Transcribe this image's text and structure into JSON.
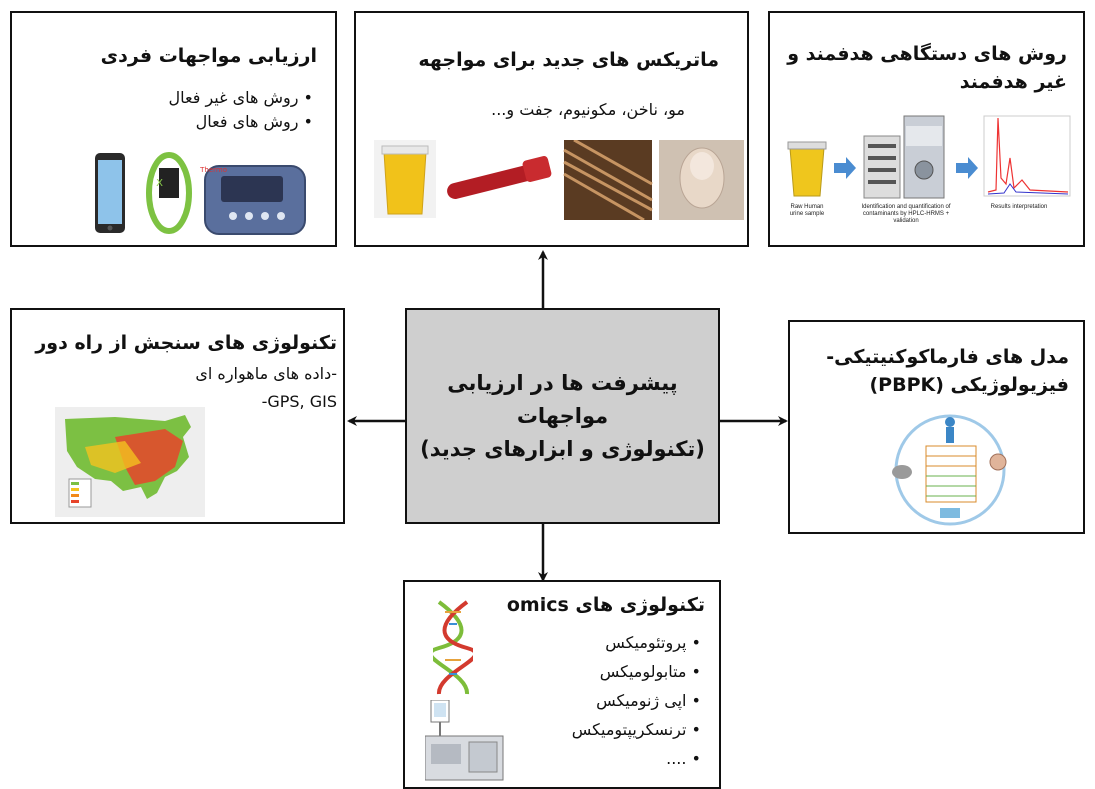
{
  "center": {
    "line1": "پیشرفت ها در ارزیابی",
    "line2": "مواجهات",
    "line3": "(تکنولوژی و ابزارهای جدید)"
  },
  "individual": {
    "title": "ارزیابی مواجهات فردی",
    "items": [
      "روش های غیر فعال",
      "روش های فعال"
    ],
    "device_label": "Thermo"
  },
  "matrices": {
    "title": "ماتریکس های جدید برای مواجهه",
    "subtitle": "مو، ناخن، مکونیوم، جفت و..."
  },
  "methods": {
    "title_line1": "روش های دستگاهی هدفمند و",
    "title_line2": "غیر هدفمند",
    "captions": [
      "Raw Human urine sample",
      "Identification and quantification of contaminants by HPLC-HRMS + validation",
      "Results interpretation"
    ]
  },
  "remote": {
    "title": "تکنولوژی های سنجش از راه دور",
    "lines": [
      "-داده های ماهواره ای",
      "GPS, GIS-"
    ]
  },
  "pbpk": {
    "title_line1": "مدل های فارماکوکنیتیکی-",
    "title_line2": "فیزیولوژیکی (PBPK)"
  },
  "omics": {
    "title": "تکنولوژی های omics",
    "items": [
      "پروتئومیکس",
      "متابولومیکس",
      "اپی ژنومیکس",
      "ترنسکریپتومیکس",
      "...."
    ]
  }
}
